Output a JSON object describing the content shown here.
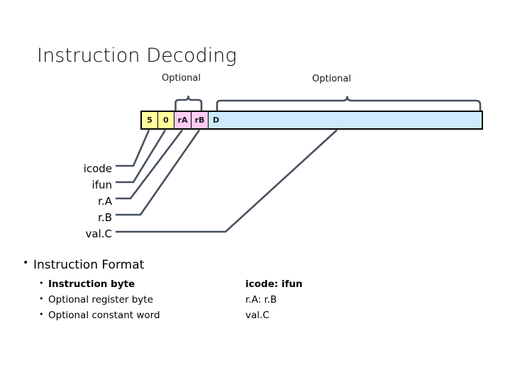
{
  "slide": {
    "title": "Instruction Decoding"
  },
  "annotations": {
    "optional_registers": "Optional",
    "optional_constant": "Optional"
  },
  "instruction_bar": {
    "cells": [
      {
        "name": "icode",
        "text": "5",
        "color": "#ffff9e",
        "align": "center"
      },
      {
        "name": "ifun",
        "text": "0",
        "color": "#ffff9e",
        "align": "center"
      },
      {
        "name": "rA",
        "text": "rA",
        "color": "#ffccf2",
        "align": "center"
      },
      {
        "name": "rB",
        "text": "rB",
        "color": "#ffccf2",
        "align": "center"
      },
      {
        "name": "D",
        "text": "D",
        "color": "#cceafc",
        "align": "left"
      }
    ]
  },
  "field_labels": [
    {
      "id": "icode",
      "text": "icode"
    },
    {
      "id": "ifun",
      "text": "ifun"
    },
    {
      "id": "rA",
      "text": "r.A"
    },
    {
      "id": "rB",
      "text": "r.B"
    },
    {
      "id": "valC",
      "text": "val.C"
    }
  ],
  "bullets": {
    "heading": "Instruction Format",
    "rows": [
      {
        "label": "Instruction byte",
        "value": "icode: ifun"
      },
      {
        "label": "Optional register byte",
        "value": "r.A: r.B"
      },
      {
        "label": "Optional constant word",
        "value": "val.C"
      }
    ]
  },
  "colors": {
    "leader_line": "#46505e",
    "brace": "#46505e",
    "cell_border": "#000000",
    "yellow": "#ffff9e",
    "pink": "#ffccf2",
    "blue": "#cceafc"
  }
}
